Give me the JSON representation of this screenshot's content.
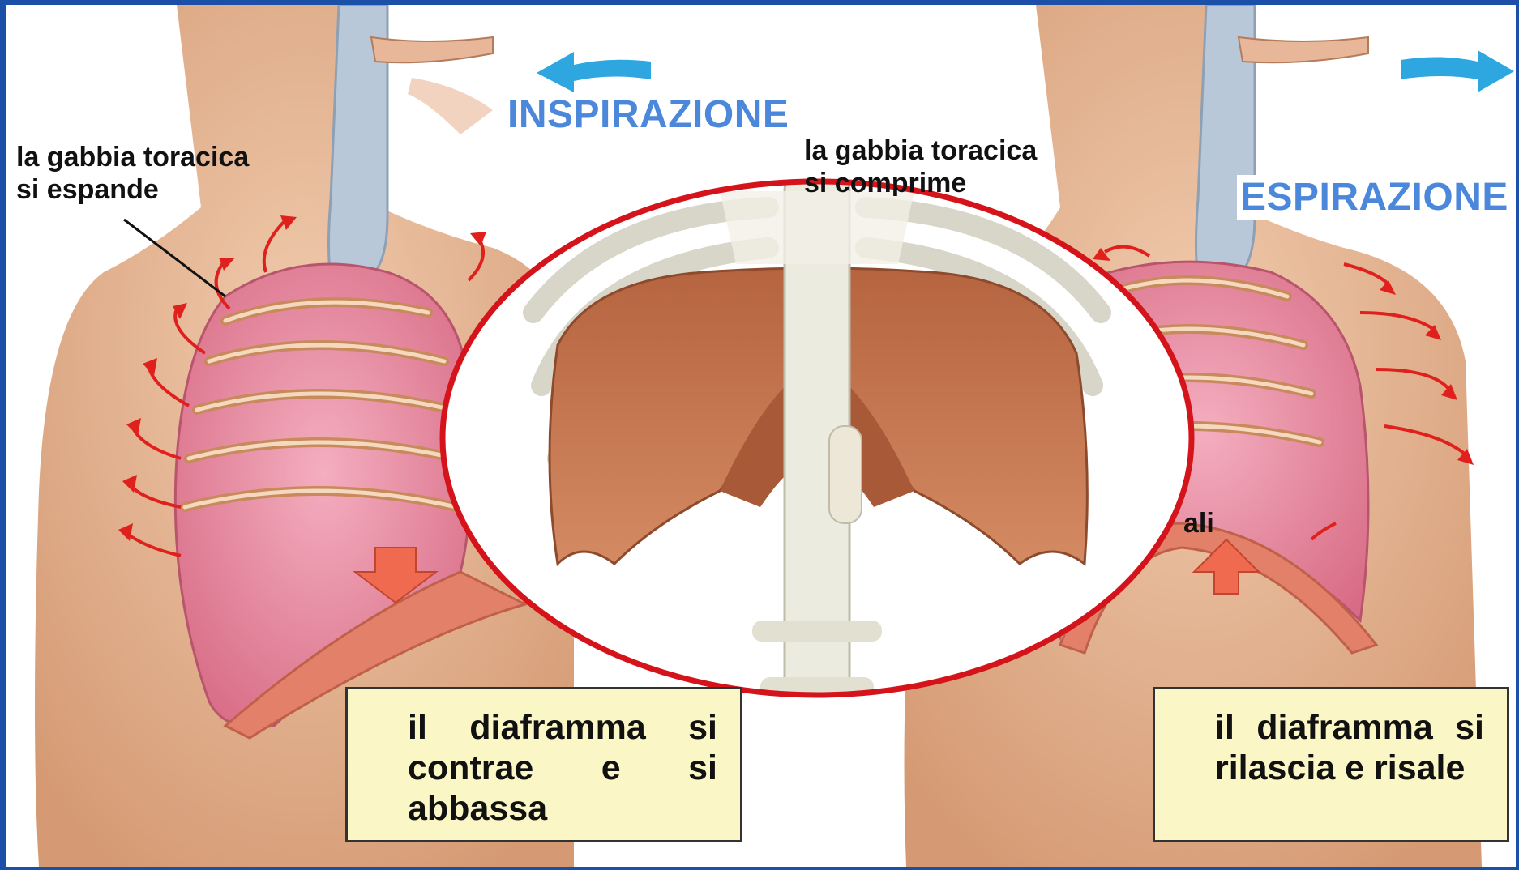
{
  "colors": {
    "page_frame": "#1b4fa8",
    "skin": "#e2b08d",
    "lung": "#e9889e",
    "arrow_red": "#e0201c",
    "arrow_blue": "#2ea7e0",
    "title_blue": "#4b87da",
    "ellipse_border": "#d4141a",
    "note_box": "#fbf6c6",
    "diaphragm": "#c2734d",
    "bone": "#ecebdf"
  },
  "icons": {
    "left_arrow": "arrow-left-icon",
    "right_arrow": "arrow-right-icon"
  },
  "inspiration": {
    "title": "INSPIRAZIONE",
    "ribcage_label": "la gabbia toracica\nsi espande",
    "note": "il diaframma si contrae e si abbassa"
  },
  "expiration": {
    "title": "ESPIRAZIONE",
    "ribcage_label": "la gabbia toracica\nsi comprime",
    "partial_label": "ali",
    "note": "il diaframma si rilascia e risale"
  }
}
